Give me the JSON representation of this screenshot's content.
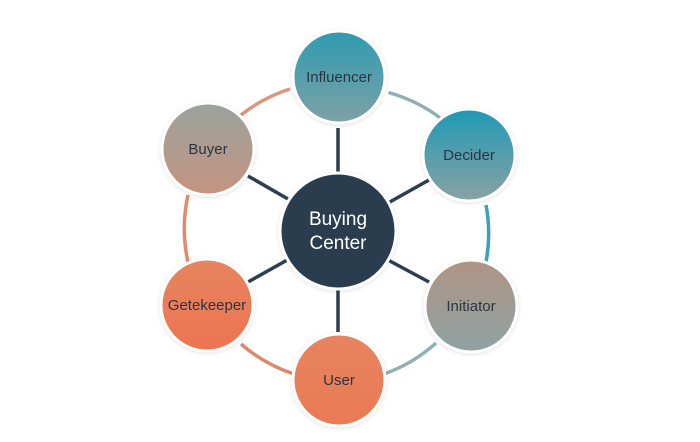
{
  "diagram": {
    "center": {
      "line1": "Buying",
      "line2": "Center",
      "color": "#2c3e50"
    },
    "nodes": [
      {
        "id": "influencer",
        "label": "Influencer",
        "color_top": "#2e9bb0",
        "color_bottom": "#7ea1a6"
      },
      {
        "id": "decider",
        "label": "Decider",
        "color_top": "#1f9ab5",
        "color_bottom": "#8aa1a3"
      },
      {
        "id": "initiator",
        "label": "Initiator",
        "color_top": "#b09585",
        "color_bottom": "#8fa2a4"
      },
      {
        "id": "user",
        "label": "User",
        "color_top": "#e8845f",
        "color_bottom": "#e97a55"
      },
      {
        "id": "gatekeeper",
        "label": "Getekeeper",
        "color_top": "#e8845f",
        "color_bottom": "#ec7452"
      },
      {
        "id": "buyer",
        "label": "Buyer",
        "color_top": "#9aa39e",
        "color_bottom": "#c59480"
      }
    ],
    "ring_colors": {
      "influencer_decider": "#8fb0b4",
      "decider_initiator": "#3aa2b8",
      "initiator_user": "#8fb0b4",
      "user_gatekeeper": "#d98a6c",
      "gatekeeper_buyer": "#e48a68",
      "buyer_influencer": "#d9967c"
    },
    "spoke_color": "#2c3e50"
  }
}
